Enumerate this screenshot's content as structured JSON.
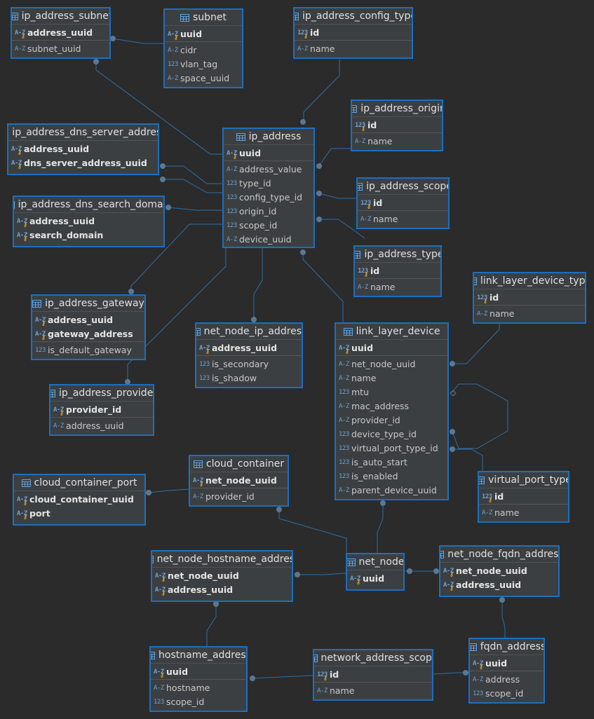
{
  "entities": [
    {
      "name": "ip_address_subnet",
      "groups": [
        [
          {
            "n": "address_uuid",
            "t": "az",
            "k": true
          }
        ],
        [
          {
            "n": "subnet_uuid",
            "t": "az"
          }
        ]
      ]
    },
    {
      "name": "subnet",
      "groups": [
        [
          {
            "n": "uuid",
            "t": "az",
            "k": true
          }
        ],
        [
          {
            "n": "cidr",
            "t": "az"
          },
          {
            "n": "vlan_tag",
            "t": "num"
          },
          {
            "n": "space_uuid",
            "t": "az"
          }
        ]
      ]
    },
    {
      "name": "ip_address_config_type",
      "groups": [
        [
          {
            "n": "id",
            "t": "num",
            "k": true
          }
        ],
        [
          {
            "n": "name",
            "t": "az"
          }
        ]
      ]
    },
    {
      "name": "ip_address_origin",
      "groups": [
        [
          {
            "n": "id",
            "t": "num",
            "k": true
          }
        ],
        [
          {
            "n": "name",
            "t": "az"
          }
        ]
      ]
    },
    {
      "name": "ip_address",
      "groups": [
        [
          {
            "n": "uuid",
            "t": "az",
            "k": true
          }
        ],
        [
          {
            "n": "address_value",
            "t": "az"
          },
          {
            "n": "type_id",
            "t": "num"
          },
          {
            "n": "config_type_id",
            "t": "num"
          },
          {
            "n": "origin_id",
            "t": "num"
          },
          {
            "n": "scope_id",
            "t": "num"
          },
          {
            "n": "device_uuid",
            "t": "az"
          }
        ]
      ]
    },
    {
      "name": "ip_address_dns_server_address",
      "groups": [
        [
          {
            "n": "address_uuid",
            "t": "az",
            "k": true
          },
          {
            "n": "dns_server_address_uuid",
            "t": "az",
            "k": true
          }
        ]
      ]
    },
    {
      "name": "ip_address_scope",
      "groups": [
        [
          {
            "n": "id",
            "t": "num",
            "k": true
          }
        ],
        [
          {
            "n": "name",
            "t": "az"
          }
        ]
      ]
    },
    {
      "name": "ip_address_dns_search_domain",
      "groups": [
        [
          {
            "n": "address_uuid",
            "t": "az",
            "k": true
          },
          {
            "n": "search_domain",
            "t": "az",
            "k": true
          }
        ]
      ]
    },
    {
      "name": "ip_address_type",
      "groups": [
        [
          {
            "n": "id",
            "t": "num",
            "k": true
          }
        ],
        [
          {
            "n": "name",
            "t": "az"
          }
        ]
      ]
    },
    {
      "name": "link_layer_device_type",
      "groups": [
        [
          {
            "n": "id",
            "t": "num",
            "k": true
          }
        ],
        [
          {
            "n": "name",
            "t": "az"
          }
        ]
      ]
    },
    {
      "name": "ip_address_gateway",
      "groups": [
        [
          {
            "n": "address_uuid",
            "t": "az",
            "k": true
          },
          {
            "n": "gateway_address",
            "t": "az",
            "k": true
          }
        ],
        [
          {
            "n": "is_default_gateway",
            "t": "num"
          }
        ]
      ]
    },
    {
      "name": "net_node_ip_address",
      "groups": [
        [
          {
            "n": "address_uuid",
            "t": "az",
            "k": true
          }
        ],
        [
          {
            "n": "is_secondary",
            "t": "num"
          },
          {
            "n": "is_shadow",
            "t": "num"
          }
        ]
      ]
    },
    {
      "name": "link_layer_device",
      "groups": [
        [
          {
            "n": "uuid",
            "t": "az",
            "k": true
          }
        ],
        [
          {
            "n": "net_node_uuid",
            "t": "az"
          },
          {
            "n": "name",
            "t": "az"
          },
          {
            "n": "mtu",
            "t": "num"
          },
          {
            "n": "mac_address",
            "t": "az"
          },
          {
            "n": "provider_id",
            "t": "az"
          },
          {
            "n": "device_type_id",
            "t": "num"
          },
          {
            "n": "virtual_port_type_id",
            "t": "num"
          },
          {
            "n": "is_auto_start",
            "t": "num"
          },
          {
            "n": "is_enabled",
            "t": "num"
          },
          {
            "n": "parent_device_uuid",
            "t": "az"
          }
        ]
      ]
    },
    {
      "name": "ip_address_provider",
      "groups": [
        [
          {
            "n": "provider_id",
            "t": "az",
            "k": true
          }
        ],
        [
          {
            "n": "address_uuid",
            "t": "az"
          }
        ]
      ]
    },
    {
      "name": "cloud_container",
      "groups": [
        [
          {
            "n": "net_node_uuid",
            "t": "az",
            "k": true
          }
        ],
        [
          {
            "n": "provider_id",
            "t": "az"
          }
        ]
      ]
    },
    {
      "name": "cloud_container_port",
      "groups": [
        [
          {
            "n": "cloud_container_uuid",
            "t": "az",
            "k": true
          },
          {
            "n": "port",
            "t": "az",
            "k": true
          }
        ]
      ]
    },
    {
      "name": "virtual_port_type",
      "groups": [
        [
          {
            "n": "id",
            "t": "num",
            "k": true
          }
        ],
        [
          {
            "n": "name",
            "t": "az"
          }
        ]
      ]
    },
    {
      "name": "net_node",
      "groups": [
        [
          {
            "n": "uuid",
            "t": "az",
            "k": true
          }
        ]
      ]
    },
    {
      "name": "net_node_hostname_address",
      "groups": [
        [
          {
            "n": "net_node_uuid",
            "t": "az",
            "k": true
          },
          {
            "n": "address_uuid",
            "t": "az",
            "k": true
          }
        ]
      ]
    },
    {
      "name": "net_node_fqdn_address",
      "groups": [
        [
          {
            "n": "net_node_uuid",
            "t": "az",
            "k": true
          },
          {
            "n": "address_uuid",
            "t": "az",
            "k": true
          }
        ]
      ]
    },
    {
      "name": "hostname_address",
      "groups": [
        [
          {
            "n": "uuid",
            "t": "az",
            "k": true
          }
        ],
        [
          {
            "n": "hostname",
            "t": "az"
          },
          {
            "n": "scope_id",
            "t": "num"
          }
        ]
      ]
    },
    {
      "name": "network_address_scope",
      "groups": [
        [
          {
            "n": "id",
            "t": "num",
            "k": true
          }
        ],
        [
          {
            "n": "name",
            "t": "az"
          }
        ]
      ]
    },
    {
      "name": "fqdn_address",
      "groups": [
        [
          {
            "n": "uuid",
            "t": "az",
            "k": true
          }
        ],
        [
          {
            "n": "address",
            "t": "az"
          },
          {
            "n": "scope_id",
            "t": "num"
          }
        ]
      ]
    }
  ],
  "icon_text": {
    "az": "A-Z",
    "num": "123"
  },
  "colors": {
    "background": "#2b2b2b",
    "table_border": "#1c6fbf",
    "relation_line": "#2d6fa6"
  }
}
